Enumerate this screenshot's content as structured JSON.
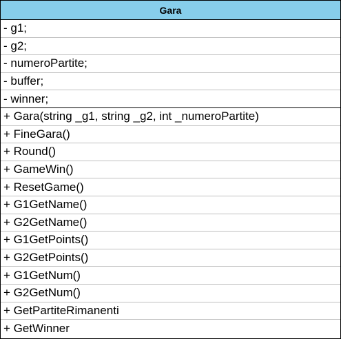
{
  "class": {
    "name": "Gara",
    "header_color": "#87ceeb",
    "attributes": [
      "- g1;",
      "- g2;",
      "- numeroPartite;",
      "- buffer;",
      "- winner;"
    ],
    "methods": [
      "+ Gara(string _g1, string _g2, int _numeroPartite)",
      "+ FineGara()",
      "+ Round()",
      "+ GameWin()",
      "+ ResetGame()",
      "+ G1GetName()",
      "+ G2GetName()",
      "+ G1GetPoints()",
      "+ G2GetPoints()",
      "+ G1GetNum()",
      "+ G2GetNum()",
      "+ GetPartiteRimanenti",
      "+ GetWinner"
    ]
  }
}
